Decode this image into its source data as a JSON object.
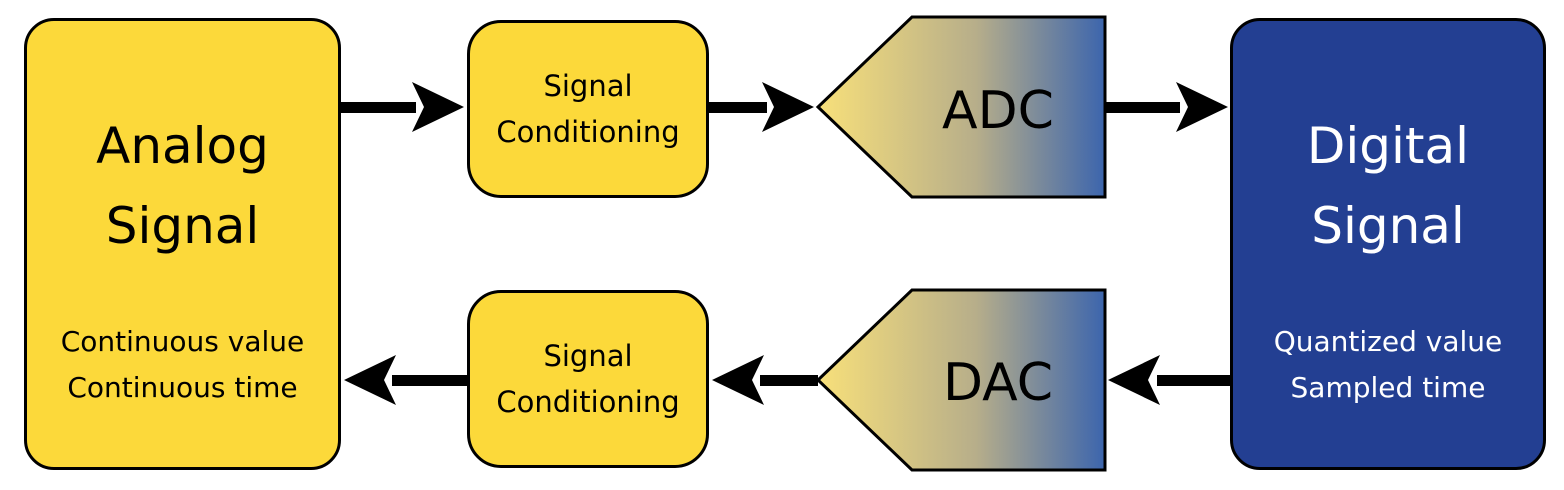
{
  "analog": {
    "title_line1": "Analog",
    "title_line2": "Signal",
    "desc_line1": "Continuous value",
    "desc_line2": "Continuous time",
    "color": "#fcd93a"
  },
  "digital": {
    "title_line1": "Digital",
    "title_line2": "Signal",
    "desc_line1": "Quantized value",
    "desc_line2": "Sampled time",
    "color": "#233f92"
  },
  "conditioning_top": {
    "line1": "Signal",
    "line2": "Conditioning"
  },
  "conditioning_bottom": {
    "line1": "Signal",
    "line2": "Conditioning"
  },
  "adc": {
    "label": "ADC"
  },
  "dac": {
    "label": "DAC"
  },
  "colors": {
    "yellow": "#fcd93a",
    "blue": "#233f92",
    "gradient_start": "#f8e07a",
    "gradient_end": "#3c65ad",
    "arrow": "#000000"
  }
}
